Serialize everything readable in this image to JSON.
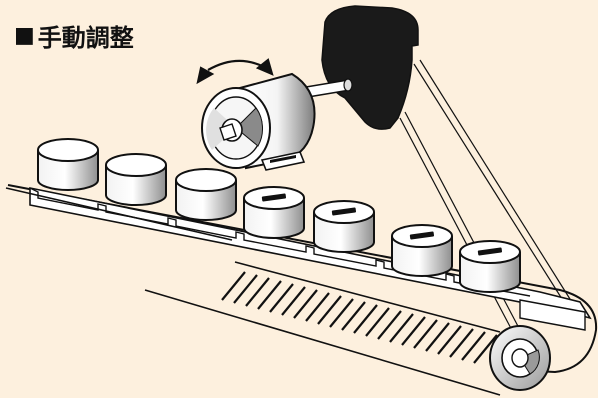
{
  "header": {
    "marker": "■",
    "title": "手動調整"
  },
  "figure": {
    "components": [
      {
        "name": "motor-unit",
        "type": "adjustment-motor"
      },
      {
        "name": "conveyor-belt",
        "type": "belt-conveyor"
      },
      {
        "name": "drive-belt",
        "type": "transmission-belt"
      }
    ],
    "containers": {
      "total": 7,
      "capped_count": 4,
      "uncapped_count": 3
    },
    "rotation_indicator": "bidirectional-arrow",
    "colors": {
      "background": "#fdf0de",
      "outline": "#111111",
      "metal_light": "#ffffff",
      "metal_shade": "#8f8f8f",
      "motor_housing": "#1a1a1a"
    }
  }
}
